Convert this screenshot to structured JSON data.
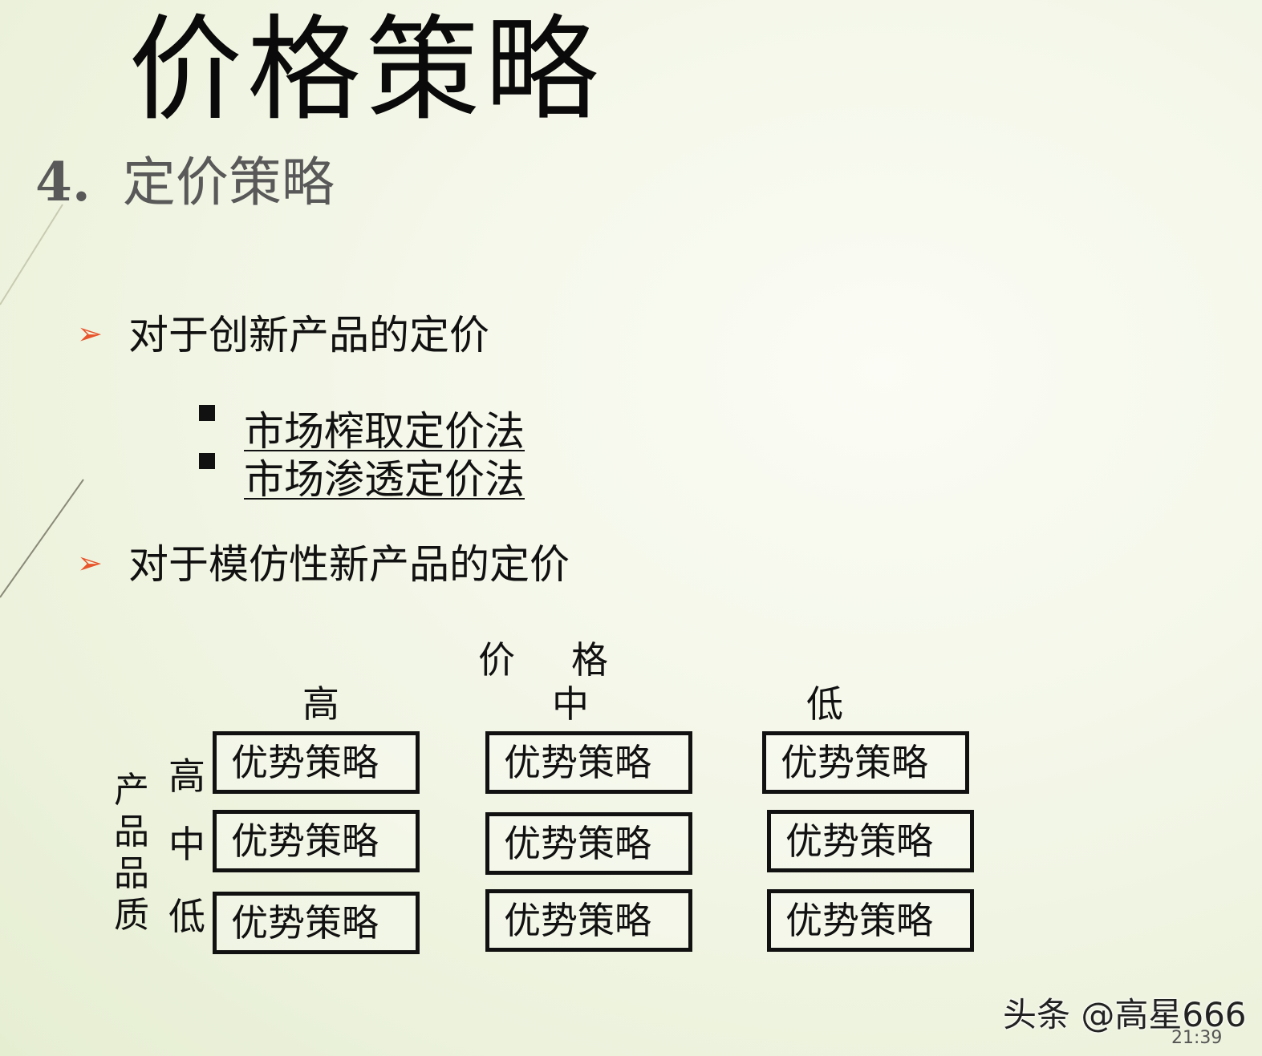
{
  "slide": {
    "title": "价格策略",
    "section_number": "4.",
    "section_title": "定价策略"
  },
  "bullets": [
    {
      "label": "对于创新产品的定价"
    },
    {
      "label": "对于模仿性新产品的定价"
    }
  ],
  "sub_items": [
    {
      "label": "市场榨取定价法"
    },
    {
      "label": "市场渗透定价法"
    }
  ],
  "matrix": {
    "price_axis": [
      "价",
      "格"
    ],
    "price_levels": [
      "高",
      "中",
      "低"
    ],
    "quality_axis": [
      "产",
      "品",
      "品",
      "质"
    ],
    "quality_levels": [
      "高",
      "中",
      "低"
    ],
    "cells": [
      [
        "优势策略",
        "优势策略",
        "优势策略"
      ],
      [
        "优势策略",
        "优势策略",
        "优势策略"
      ],
      [
        "优势策略",
        "优势策略",
        "优势策略"
      ]
    ]
  },
  "watermark": {
    "text": "头条 @高星666",
    "time": "21:39"
  },
  "colors": {
    "arrow_accent": "#e8542b",
    "subtitle_gray": "#595959"
  },
  "icons": {
    "bullet": "arrowhead-right-icon",
    "sub_bullet": "square-bullet-icon"
  }
}
